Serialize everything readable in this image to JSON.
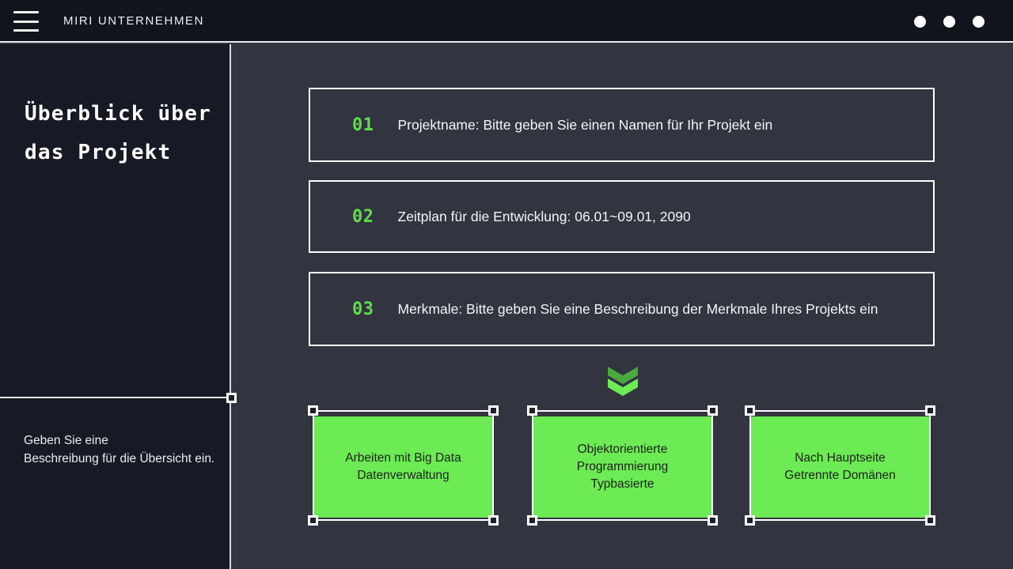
{
  "header": {
    "title": "MIRI UNTERNEHMEN",
    "menu_icon": "hamburger-menu-icon",
    "window_dots": [
      "dot-1",
      "dot-2",
      "dot-3"
    ]
  },
  "sidebar": {
    "title": "Überblick über\ndas Projekt",
    "description": "Geben Sie eine\nBeschreibung für die Übersicht ein."
  },
  "main": {
    "rows": [
      {
        "number": "01",
        "text": "Projektname: Bitte geben Sie einen Namen für Ihr Projekt ein"
      },
      {
        "number": "02",
        "text": "Zeitplan für die Entwicklung: 06.01~09.01, 2090"
      },
      {
        "number": "03",
        "text": "Merkmale: Bitte geben Sie eine Beschreibung der Merkmale Ihres Projekts ein"
      }
    ],
    "chevron_icon": "double-chevron-down-icon",
    "cards": [
      {
        "text": "Arbeiten mit Big Data\nDatenverwaltung"
      },
      {
        "text": "Objektorientierte Programmierung\nTypbasierte"
      },
      {
        "text": "Nach Hauptseite\nGetrennte Domänen"
      }
    ]
  },
  "colors": {
    "accent_green": "#6ceb54",
    "number_green": "#5fdd4f",
    "chevron_dark": "#4aa83c",
    "sidebar_bg": "#171a24",
    "main_bg": "#32343f",
    "topbar_bg": "#12141c",
    "line": "#ffffff"
  }
}
